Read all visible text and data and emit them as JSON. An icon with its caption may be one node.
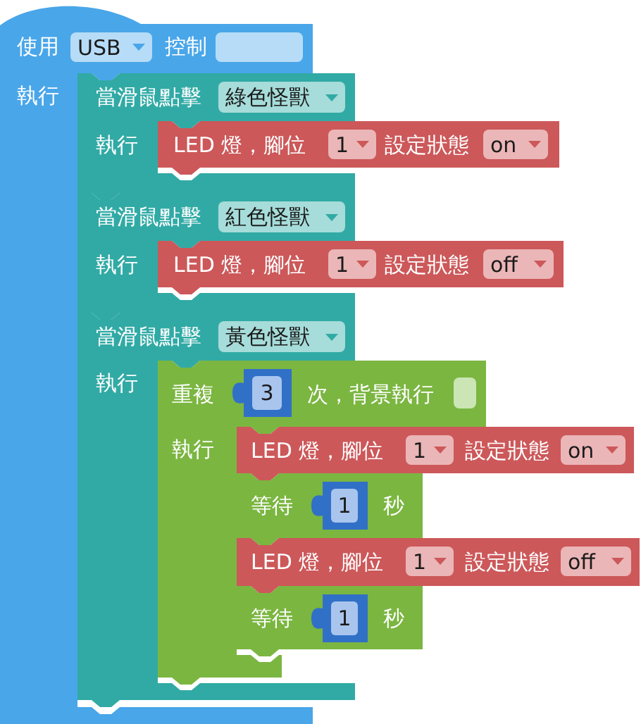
{
  "diagram": {
    "nodes": [
      {
        "text": [
          "使用",
          "控制",
          "執行"
        ]
      },
      {
        "text": [
          "USB"
        ],
        "in": 0
      },
      {
        "text": [],
        "shape": "box",
        "in": 0
      },
      {
        "text": [
          "當滑鼠點擊",
          "執行"
        ],
        "in": 0
      },
      {
        "text": [
          "綠色怪獸"
        ],
        "in": 3
      },
      {
        "text": [
          "LED 燈，腳位",
          "設定狀態"
        ]
      },
      {
        "text": [
          "1"
        ],
        "in": 5
      },
      {
        "text": [
          "on"
        ],
        "in": 5
      },
      {
        "text": [
          "當滑鼠點擊",
          "執行"
        ],
        "in": 0
      },
      {
        "text": [
          "紅色怪獸"
        ],
        "in": 8
      },
      {
        "text": [
          "LED 燈，腳位",
          "設定狀態"
        ]
      },
      {
        "text": [
          "1"
        ],
        "in": 10
      },
      {
        "text": [
          "off"
        ],
        "in": 10
      },
      {
        "text": [
          "當滑鼠點擊",
          "執行"
        ],
        "in": 0
      },
      {
        "text": [
          "黃色怪獸"
        ],
        "in": 13
      },
      {
        "text": [
          "重複",
          "次，背景執行",
          "執行"
        ]
      },
      {
        "text": [
          "3"
        ],
        "in": 15
      },
      {
        "text": [],
        "shape": "box",
        "in": 15
      },
      {
        "text": [
          "LED 燈，腳位",
          "設定狀態"
        ]
      },
      {
        "text": [
          "1"
        ],
        "in": 18
      },
      {
        "text": [
          "on"
        ],
        "in": 18
      },
      {
        "text": [
          "等待",
          "秒"
        ],
        "in": 15
      },
      {
        "text": [
          "1"
        ],
        "in": 21
      },
      {
        "text": [
          "LED 燈，腳位",
          "設定狀態"
        ]
      },
      {
        "text": [
          "1"
        ],
        "in": 23
      },
      {
        "text": [
          "off"
        ],
        "in": 23
      },
      {
        "text": [
          "等待",
          "秒"
        ],
        "in": 15
      },
      {
        "text": [
          "1"
        ],
        "in": 26
      }
    ]
  }
}
